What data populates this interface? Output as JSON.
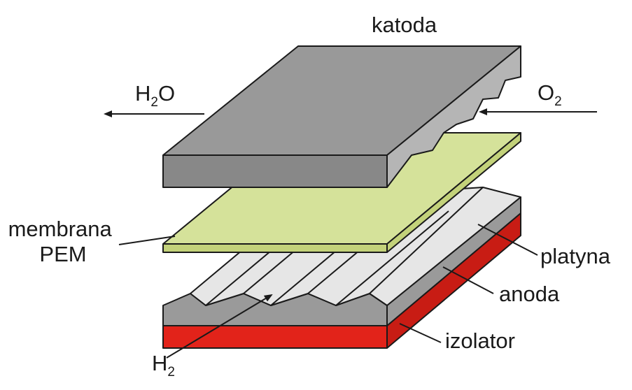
{
  "labels": {
    "cathode": "katoda",
    "water": {
      "main": "H",
      "sub": "2",
      "tail": "O"
    },
    "oxygen": {
      "main": "O",
      "sub": "2"
    },
    "membrane_line1": "membrana",
    "membrane_line2": "PEM",
    "platinum": "platyna",
    "anode": "anoda",
    "insulator": "izolator",
    "hydrogen": {
      "main": "H",
      "sub": "2"
    }
  },
  "colors": {
    "cathode_top": "#999999",
    "cathode_front": "#888888",
    "cathode_side": "#b5b5b5",
    "membrane_top": "#d5e29a",
    "membrane_edge": "#c3d27a",
    "platinum": "#e6e6e6",
    "anode": "#9a9a9a",
    "insulator": "#e2231a",
    "insulator_side": "#c81c14",
    "outline": "#1a1a1a"
  }
}
